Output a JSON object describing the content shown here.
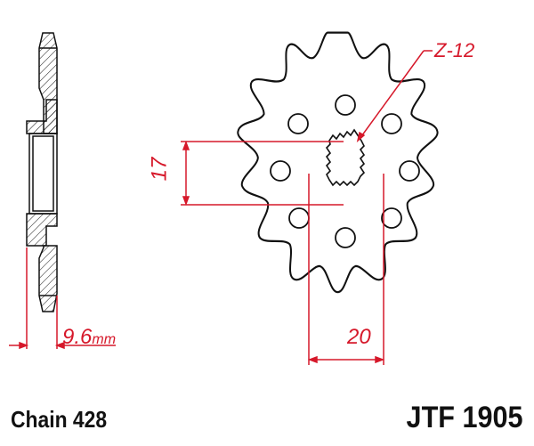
{
  "diagram": {
    "type": "front sprocket technical drawing",
    "teeth_label": "Z-12",
    "dimensions": {
      "spline_height": "17",
      "spline_width": "20",
      "thickness_value": "9.6",
      "thickness_unit": "mm"
    },
    "colors": {
      "outline": "#111111",
      "dimension": "#d6182a",
      "background": "#ffffff"
    }
  },
  "footer": {
    "chain": "Chain 428",
    "part_number": "JTF 1905"
  }
}
